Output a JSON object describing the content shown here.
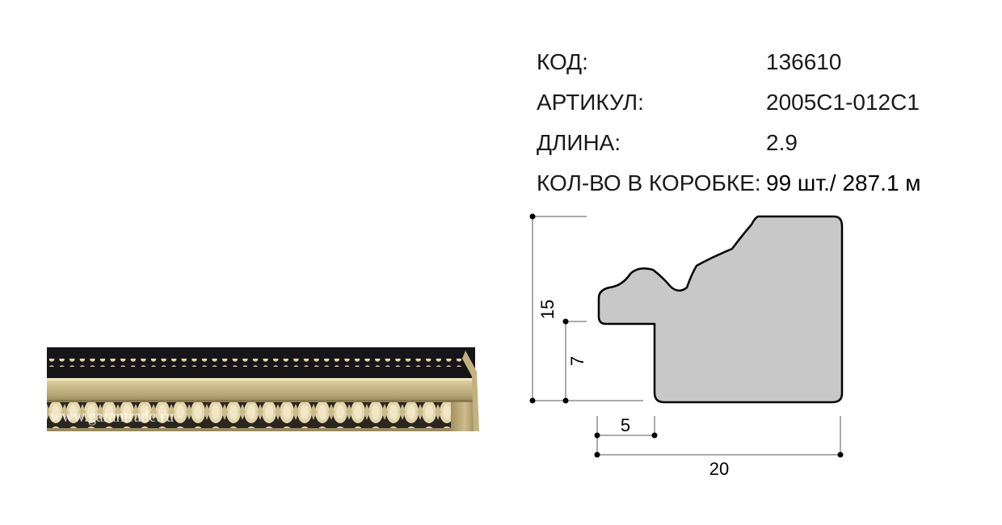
{
  "specs": {
    "code_label": "КОД:",
    "code_value": "136610",
    "article_label": "АРТИКУЛ:",
    "article_value": "2005C1-012C1",
    "length_label": "ДЛИНА:",
    "length_value": "2.9",
    "qty_label": "КОЛ-ВО В КОРОБКЕ:",
    "qty_value": "99 шт./ 287.1 м"
  },
  "photo": {
    "watermark": "www.garantrade.ru"
  },
  "dimensions": {
    "height_total": "15",
    "height_rebate": "7",
    "width_rebate": "5",
    "width_total": "20"
  },
  "colors": {
    "profile_fill": "#c8c8c8",
    "profile_stroke": "#000000",
    "frame_black": "#16161a",
    "frame_gold": "#c9b98a"
  }
}
